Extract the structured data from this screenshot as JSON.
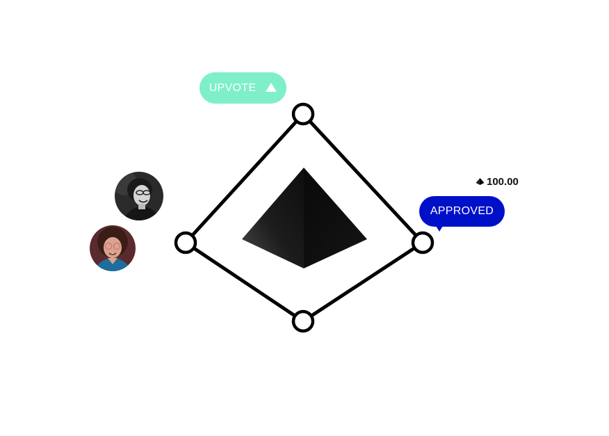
{
  "upvote": {
    "label": "UPVOTE",
    "icon": "triangle-up-icon",
    "color": "#7eefc9"
  },
  "status": {
    "label": "APPROVED",
    "color": "#0010c9"
  },
  "token": {
    "amount": "100.00",
    "icon": "token-icon"
  },
  "avatars": [
    {
      "icon": "avatar-person-1"
    },
    {
      "icon": "avatar-person-2"
    }
  ],
  "diagram": {
    "node_count": 4,
    "line_color": "#000000"
  }
}
